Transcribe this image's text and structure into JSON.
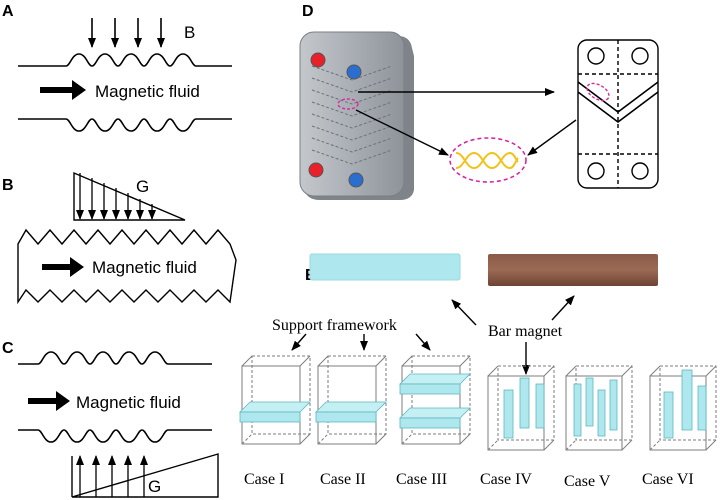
{
  "panels": {
    "a": {
      "letter": "A",
      "field_symbol": "B",
      "flow_label": "Magnetic fluid"
    },
    "b": {
      "letter": "B",
      "field_symbol": "G",
      "flow_label": "Magnetic fluid"
    },
    "c": {
      "letter": "C",
      "field_symbol": "G",
      "flow_label": "Magnetic fluid"
    },
    "d": {
      "letter": "D"
    },
    "e": {
      "letter": "E",
      "support_label": "Support framework",
      "magnet_label": "Bar magnet",
      "cases": [
        "Case I",
        "Case II",
        "Case III",
        "Case IV",
        "Case V",
        "Case VI"
      ]
    }
  },
  "colors": {
    "plate_gray": "#a8adb3",
    "port_red": "#e8202a",
    "port_blue": "#2a6fd0",
    "highlight_pink": "#d42aa0",
    "wave_yellow": "#f2c21a",
    "framework_cyan": "#aee8ee",
    "magnet_brown": "#7a4a3a"
  }
}
